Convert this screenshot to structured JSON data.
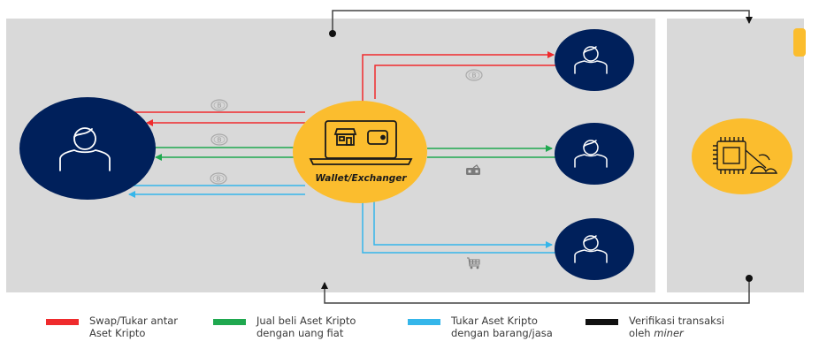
{
  "diagram": {
    "title": "",
    "nodes": [
      {
        "id": "user-left",
        "type": "user",
        "icon": "person-icon"
      },
      {
        "id": "wallet-exchanger",
        "type": "wallet",
        "label": "Wallet/Exchanger",
        "icon": "laptop-store-wallet-icon"
      },
      {
        "id": "user-top-right",
        "type": "user",
        "icon": "person-icon"
      },
      {
        "id": "user-mid-right",
        "type": "user",
        "icon": "person-icon"
      },
      {
        "id": "user-bottom-right",
        "type": "user",
        "icon": "person-icon"
      },
      {
        "id": "miner",
        "type": "miner",
        "icon": "chip-pickaxe-icon"
      }
    ],
    "edge_icons": [
      {
        "near": "left-red",
        "icon": "bitcoin-coin-icon"
      },
      {
        "near": "left-green",
        "icon": "bitcoin-coin-icon"
      },
      {
        "near": "left-blue",
        "icon": "bitcoin-coin-icon"
      },
      {
        "near": "right-red",
        "icon": "bitcoin-coin-icon"
      },
      {
        "near": "right-green",
        "icon": "cash-icon"
      },
      {
        "near": "right-blue",
        "icon": "shopping-cart-icon"
      }
    ],
    "colors": {
      "panel": "#d9d9d9",
      "user_fill": "#00205b",
      "accent_yellow": "#fbbd2e",
      "red": "#ef2b2d",
      "green": "#1fa84f",
      "blue": "#35b6ea",
      "black": "#111111"
    }
  },
  "legend": [
    {
      "color": "#ef2b2d",
      "line1": "Swap/Tukar antar",
      "line2": "Aset Kripto",
      "line2_italic": ""
    },
    {
      "color": "#1fa84f",
      "line1": "Jual beli Aset Kripto",
      "line2": "dengan uang fiat",
      "line2_italic": ""
    },
    {
      "color": "#35b6ea",
      "line1": "Tukar Aset Kripto",
      "line2": "dengan barang/jasa",
      "line2_italic": ""
    },
    {
      "color": "#111111",
      "line1": "Verifikasi transaksi",
      "line2": "oleh ",
      "line2_italic": "miner"
    }
  ]
}
